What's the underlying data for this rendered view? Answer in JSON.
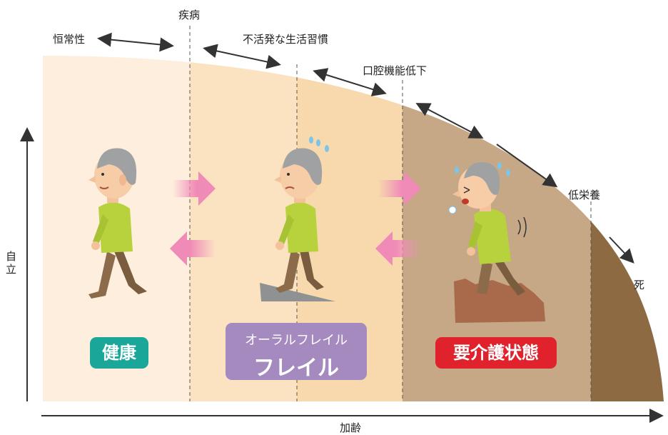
{
  "labels": {
    "homeostasis": "恒常性",
    "disease": "疾病",
    "inactive": "不活発な生活習慣",
    "oral_decline": "口腔機能低下",
    "malnutrition": "低栄養",
    "death": "死",
    "y_axis": "自立",
    "x_axis": "加齢"
  },
  "stages": {
    "healthy": "健康",
    "oral_frailty": "オーラルフレイル",
    "frailty": "フレイル",
    "care": "要介護状態"
  },
  "colors": {
    "zone_healthy": "#fdeedd",
    "zone_oral": "#fbe0b9",
    "zone_frailty": "#d8b99a",
    "zone_care": "#b89f7f",
    "zone_death": "#8e6a43",
    "badge_healthy": "#1aa79a",
    "badge_frailty": "#a58ac0",
    "badge_care": "#e0222c",
    "arrow_pink": "#f08bb8",
    "shirt": "#b7d23c",
    "pants": "#8b6b4a"
  },
  "icons": [
    "right-arrow-icon",
    "left-arrow-icon",
    "double-arrow-icon",
    "elderly-person-icon",
    "sweat-icon",
    "slope-icon",
    "rubble-icon"
  ]
}
